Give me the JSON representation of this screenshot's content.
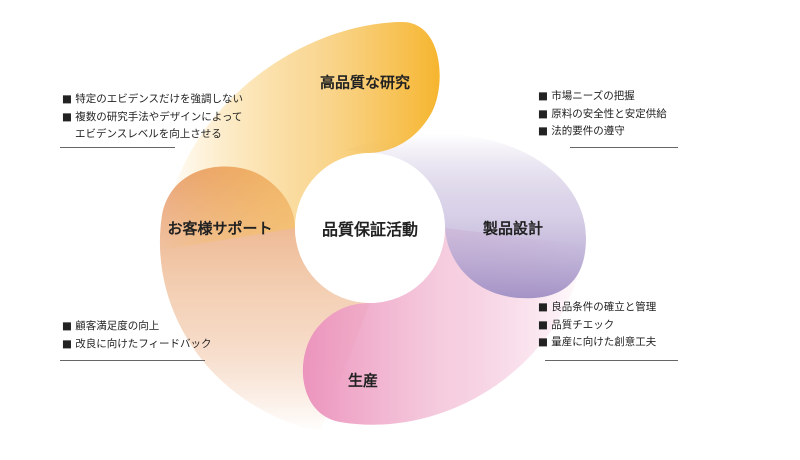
{
  "center": "品質保証活動",
  "segments": [
    {
      "label": "高品質な研究",
      "color": "#f6b52e"
    },
    {
      "label": "製品設計",
      "color": "#a493c6"
    },
    {
      "label": "生産",
      "color": "#ec94bd"
    },
    {
      "label": "お客様サポート",
      "color": "#e9a273"
    }
  ],
  "lists": {
    "research": [
      "特定のエビデンスだけを強調しない",
      "複数の研究手法やデザインによって",
      "エビデンスレベルを向上させる"
    ],
    "design": [
      "市場ニーズの把握",
      "原料の安全性と安定供給",
      "法的要件の遵守"
    ],
    "production": [
      "良品条件の確立と管理",
      "品質チエック",
      "量産に向けた創意工夫"
    ],
    "support": [
      "顧客満足度の向上",
      "改良に向けたフィードバック"
    ]
  }
}
